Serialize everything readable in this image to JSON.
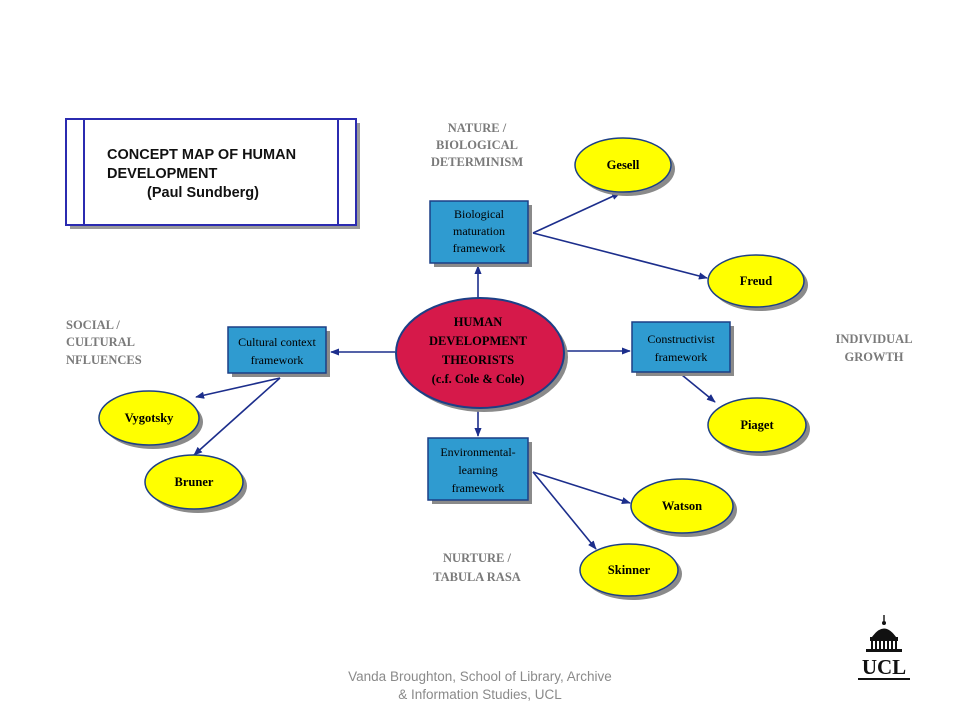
{
  "title_box": {
    "line1": "CONCEPT MAP OF HUMAN",
    "line2": "DEVELOPMENT",
    "line3": "(Paul Sundberg)"
  },
  "center": {
    "line1": "HUMAN",
    "line2": "DEVELOPMENT",
    "line3": "THEORISTS",
    "line4": "(c.f. Cole & Cole)"
  },
  "frameworks": {
    "biological": {
      "line1": "Biological",
      "line2": "maturation",
      "line3": "framework"
    },
    "cultural": {
      "line1": "Cultural context",
      "line2": "framework"
    },
    "constructivist": {
      "line1": "Constructivist",
      "line2": "framework"
    },
    "environmental": {
      "line1": "Environmental-",
      "line2": "learning",
      "line3": "framework"
    }
  },
  "theorists": {
    "gesell": "Gesell",
    "freud": "Freud",
    "vygotsky": "Vygotsky",
    "bruner": "Bruner",
    "piaget": "Piaget",
    "watson": "Watson",
    "skinner": "Skinner"
  },
  "poles": {
    "nature": {
      "line1": "NATURE /",
      "line2": "BIOLOGICAL",
      "line3": "DETERMINISM"
    },
    "social": {
      "line1": "SOCIAL /",
      "line2": "CULTURAL",
      "line3": "NFLUENCES"
    },
    "individual": {
      "line1": "INDIVIDUAL",
      "line2": "GROWTH"
    },
    "nurture": {
      "line1": "NURTURE /",
      "line2": "TABULA RASA"
    }
  },
  "footer": {
    "line1": "Vanda Broughton, School of Library, Archive",
    "line2": "& Information Studies, UCL"
  },
  "logo": {
    "text": "UCL"
  },
  "colors": {
    "framework_fill": "#2f9bd0",
    "framework_border": "#1c3f86",
    "center_fill": "#d6194a",
    "theorist_fill": "#ffff00",
    "arrow": "#1c2e8c",
    "pole_text": "#7a7a7a",
    "title_border": "#2b2bb0"
  }
}
